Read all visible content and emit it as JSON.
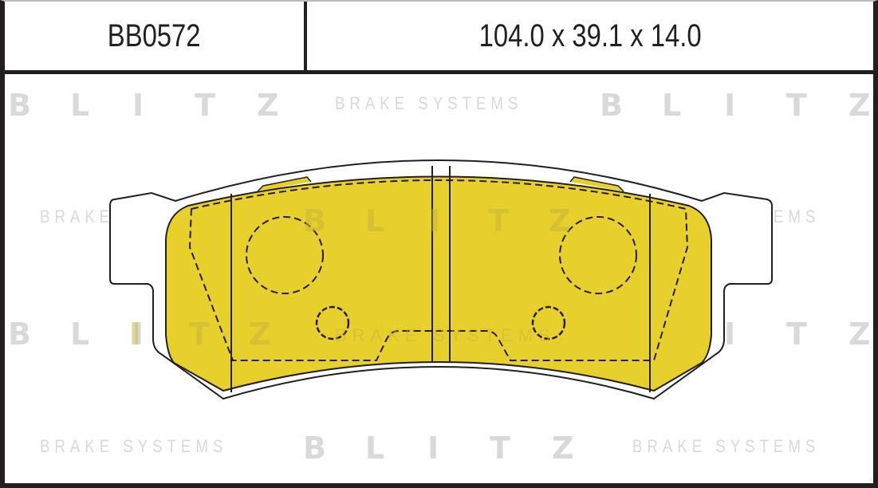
{
  "header": {
    "part_code": "BB0572",
    "dimensions": "104.0 x 39.1 x 14.0"
  },
  "watermark": {
    "brand_letters": [
      "B",
      "L",
      "I",
      "T",
      "Z"
    ],
    "tagline": "BRAKE SYSTEMS"
  },
  "diagram": {
    "subject": "brake-pad",
    "pad_color": "#e8d02c",
    "outline_color": "#231f20",
    "watermark_color": "#d9d9d9"
  }
}
